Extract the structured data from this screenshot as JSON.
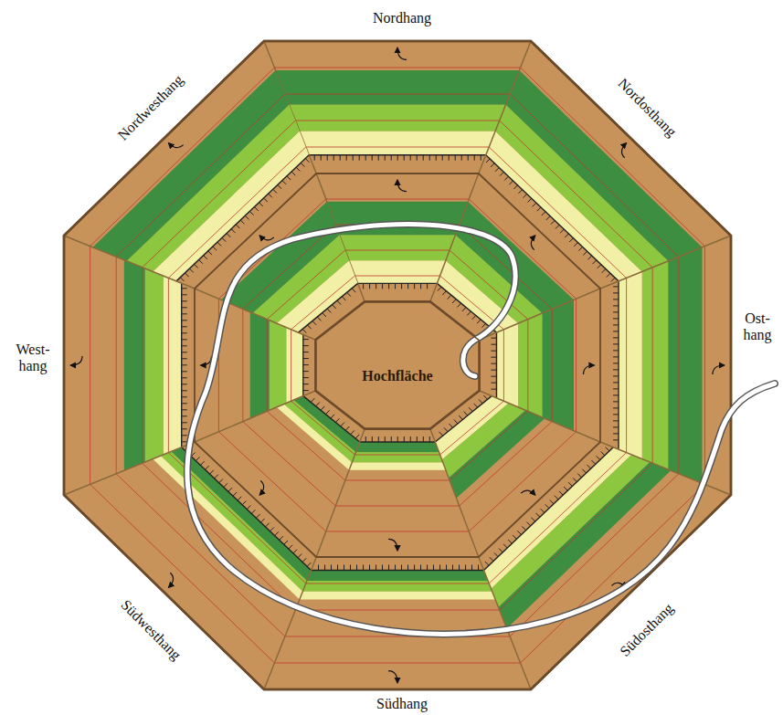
{
  "diagram": {
    "nodes": [
      {
        "text": [
          "Hochfläche"
        ]
      }
    ],
    "labels": [
      "Nordhang",
      "Nordosthang",
      "Ost- hang",
      "Südosthang",
      "Südhang",
      "Südwesthang",
      "West- hang",
      "Nordwesthang"
    ]
  }
}
